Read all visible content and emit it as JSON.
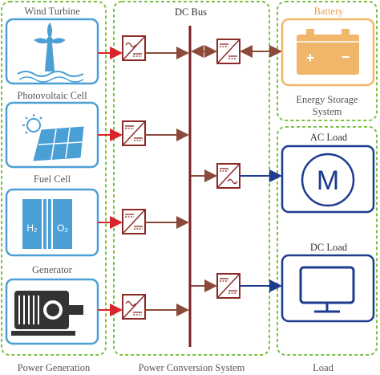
{
  "groups": {
    "generation": "Power Generation",
    "conversion": "Power Conversion System",
    "load": "Load"
  },
  "bus": {
    "label": "DC Bus"
  },
  "sources": [
    {
      "label": "Wind Turbine",
      "icon": "wind-turbine-icon"
    },
    {
      "label": "Photovoltaic Cell",
      "icon": "solar-panel-icon"
    },
    {
      "label": "Fuel Cell",
      "icon": "fuel-cell-icon",
      "subscripts": [
        "H₂",
        "O₂"
      ]
    },
    {
      "label": "Generator",
      "icon": "generator-icon"
    }
  ],
  "storage": {
    "title_lines": [
      "Battery"
    ],
    "caption_lines": [
      "Energy Storage",
      "System"
    ],
    "icon": "battery-icon"
  },
  "loads": [
    {
      "label": "AC Load",
      "icon": "motor-icon",
      "symbol": "M"
    },
    {
      "label": "DC Load",
      "icon": "monitor-icon"
    }
  ],
  "colors": {
    "group_border": "#7cc242",
    "source_box": "#4a9fd4",
    "storage_box": "#f2b66a",
    "load_box": "#1d3b8f",
    "converter": "#8b2a26",
    "red_arrow": "#d9252a",
    "bus": "#7a1f1f",
    "bidir_arrow": "#8b4a3a",
    "caption_text": "#555555"
  }
}
